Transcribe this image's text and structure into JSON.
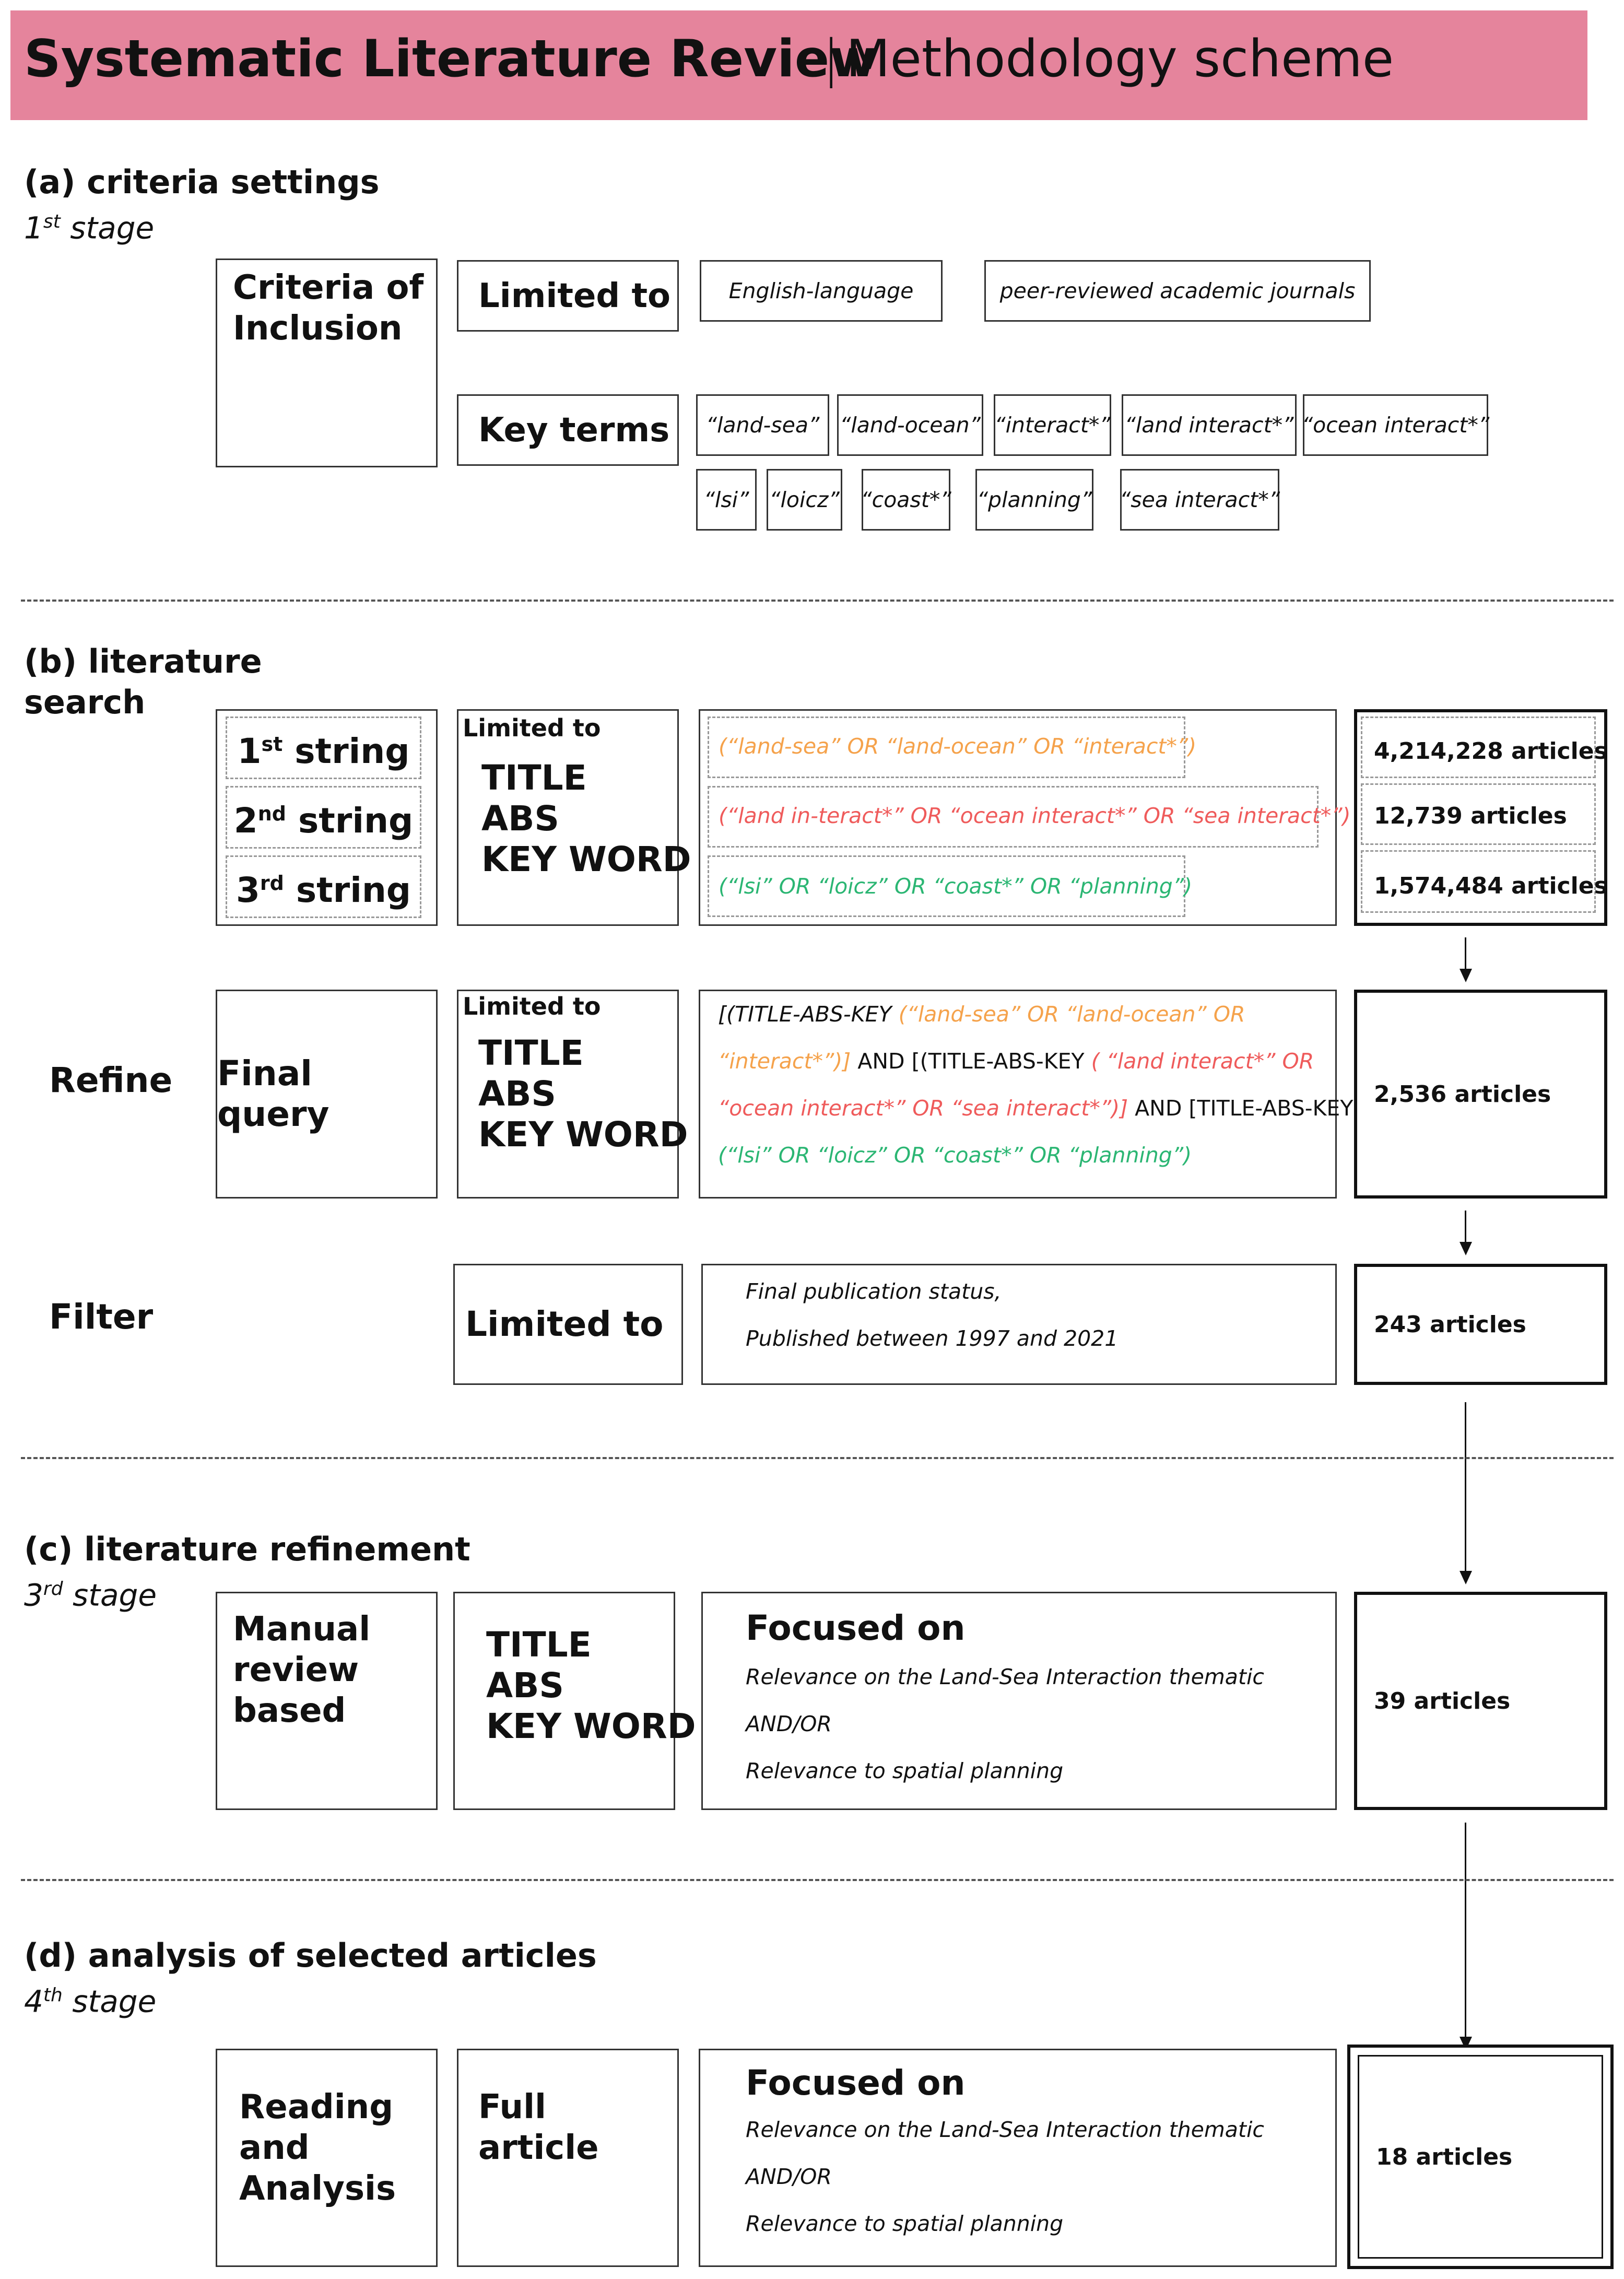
{
  "header": {
    "title_main": "Systematic Literature Review",
    "title_sep": "|",
    "title_sub": "Methodology scheme",
    "bg_color": "#e5849c"
  },
  "colors": {
    "orange": "#f5a24b",
    "red": "#ef5b5b",
    "green": "#2bb673",
    "text": "#111111"
  },
  "section_a": {
    "heading": "(a) criteria settings",
    "stage_num": "1",
    "stage_sup": "st",
    "stage_word": "stage",
    "criteria_label": "Criteria of\nInclusion",
    "limited_label": "Limited to",
    "limits": [
      "English-language",
      "peer-reviewed academic journals"
    ],
    "key_terms_label": "Key terms",
    "terms_row1": [
      "“land-sea”",
      "“land-ocean”",
      "“interact*”",
      "“land interact*”",
      "“ocean interact*”"
    ],
    "terms_row2": [
      "“lsi”",
      "“loicz”",
      "“coast*”",
      "“planning”",
      "“sea interact*”"
    ]
  },
  "section_b": {
    "heading_line1": "(b) literature",
    "heading_line2": "search",
    "strings": [
      {
        "num": "1",
        "sup": "st",
        "word": "string"
      },
      {
        "num": "2",
        "sup": "nd",
        "word": "string"
      },
      {
        "num": "3",
        "sup": "rd",
        "word": "string"
      }
    ],
    "limited_to_small": "Limited to",
    "fields": [
      "TITLE",
      "ABS",
      "KEY WORD"
    ],
    "query_strings": [
      "(“land-sea” OR “land-ocean” OR “interact*”)",
      "(“land in-teract*” OR “ocean interact*” OR “sea interact*”)",
      "(“lsi” OR “loicz” OR “coast*” OR “planning”)"
    ],
    "counts": [
      "4,214,228 articles",
      "12,739 articles",
      "1,574,484 articles"
    ],
    "refine_label": "Refine",
    "final_query_label": "Final query",
    "final_query": {
      "l1_a": "[(TITLE-ABS-KEY ",
      "l1_b": "(“land-sea” OR “land-ocean” OR",
      "l2_a": "“interact*”)]",
      "l2_b": " AND [(TITLE-ABS-KEY ",
      "l2_c": "( “land interact*” OR",
      "l3_a": "“ocean interact*” OR “sea interact*”)]",
      "l3_b": " AND [TITLE-ABS-KEY",
      "l4_a": "(“lsi” OR “loicz” OR “coast*” OR “planning”)"
    },
    "refine_count": "2,536 articles",
    "filter_label": "Filter",
    "filter_limited": "Limited to",
    "filter_lines": [
      "Final publication status,",
      "Published between 1997 and 2021"
    ],
    "filter_count": "243 articles"
  },
  "section_c": {
    "heading": "(c) literature refinement",
    "stage_num": "3",
    "stage_sup": "rd",
    "stage_word": "stage",
    "manual_label": "Manual\nreview\nbased",
    "fields": [
      "TITLE",
      "ABS",
      "KEY WORD"
    ],
    "focused_title": "Focused on",
    "focus_lines": [
      "Relevance on the Land-Sea Interaction thematic",
      "AND/OR",
      "Relevance to spatial planning"
    ],
    "count": "39 articles"
  },
  "section_d": {
    "heading": "(d) analysis of selected articles",
    "stage_num": "4",
    "stage_sup": "th",
    "stage_word": "stage",
    "reading_label": "Reading\nand\nAnalysis",
    "full_label": "Full\narticle",
    "focused_title": "Focused on",
    "focus_lines": [
      "Relevance on the Land-Sea Interaction thematic",
      "AND/OR",
      "Relevance to spatial planning"
    ],
    "count": "18 articles"
  }
}
